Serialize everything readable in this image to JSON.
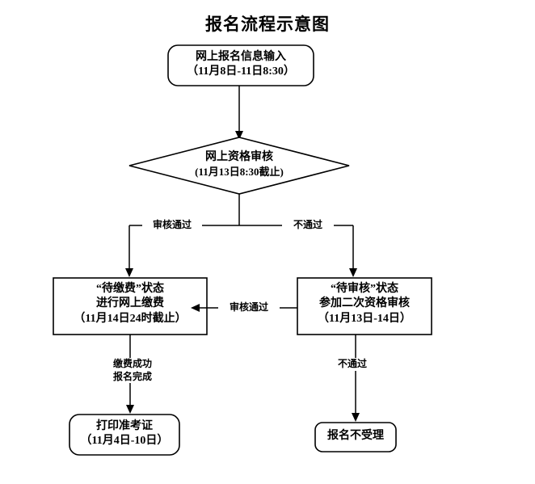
{
  "title": "报名流程示意图",
  "diagram": {
    "type": "flowchart",
    "nodes": [
      {
        "id": "online-registration-input",
        "shape": "rounded-rectangle",
        "lines": [
          "网上报名信息输入",
          "（11月8日-11日8:30）"
        ]
      },
      {
        "id": "online-qualification-review",
        "shape": "diamond",
        "lines": [
          "网上资格审核",
          "(11月13日8:30截止)"
        ]
      },
      {
        "id": "pending-payment-status",
        "shape": "rectangle",
        "lines": [
          "“待缴费”状态",
          "进行网上缴费",
          "（11月14日24时截止）"
        ]
      },
      {
        "id": "pending-review-status",
        "shape": "rectangle",
        "lines": [
          "“待审核”状态",
          "参加二次资格审核",
          "（11月13日-14日）"
        ]
      },
      {
        "id": "print-admission-ticket",
        "shape": "rounded-rectangle",
        "lines": [
          "打印准考证",
          "（11月4日-10日）"
        ]
      },
      {
        "id": "registration-rejected",
        "shape": "rounded-rectangle",
        "lines": [
          "报名不受理"
        ]
      }
    ],
    "edges": [
      {
        "id": "input-to-review",
        "label": ""
      },
      {
        "id": "review-pass-left",
        "label": "审核通过"
      },
      {
        "id": "review-fail-right",
        "label": "不通过"
      },
      {
        "id": "second-review-pass",
        "label": "审核通过"
      },
      {
        "id": "payment-success",
        "label": "缴费成功\n报名完成",
        "lines": [
          "缴费成功",
          "报名完成"
        ]
      },
      {
        "id": "second-review-fail",
        "label": "不通过"
      }
    ]
  },
  "colors": {
    "background": "#ffffff",
    "stroke": "#000000",
    "text": "#000000"
  }
}
